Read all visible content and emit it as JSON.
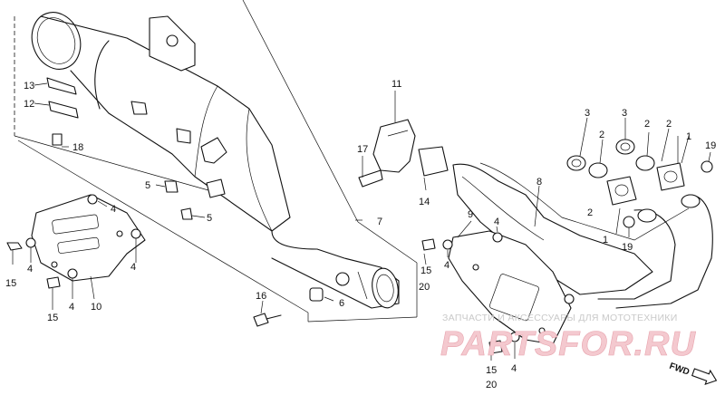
{
  "labels": {
    "l13": "13",
    "l12": "12",
    "l18": "18",
    "l5a": "5",
    "l5b": "5",
    "l4a": "4",
    "l4b": "4",
    "l4c": "4",
    "l4d": "4",
    "l4e": "4",
    "l4f": "4",
    "l4g": "4",
    "l15a": "15",
    "l15b": "15",
    "l15c": "15",
    "l15d": "15",
    "l10": "10",
    "l16": "16",
    "l6": "6",
    "l7": "7",
    "l11": "11",
    "l17": "17",
    "l14": "14",
    "l9": "9",
    "l20a": "20",
    "l20b": "20",
    "l8": "8",
    "l3a": "3",
    "l3b": "3",
    "l2a": "2",
    "l2b": "2",
    "l2c": "2",
    "l2d": "2",
    "l1a": "1",
    "l1b": "1",
    "l19a": "19",
    "l19b": "19"
  },
  "watermark": {
    "line1": "ЗАПЧАСТИ И АКСЕССУАРЫ ДЛЯ МОТОТЕХНИКИ",
    "line2": "PARTSFOR.RU"
  },
  "direction": {
    "text": "FWD"
  }
}
